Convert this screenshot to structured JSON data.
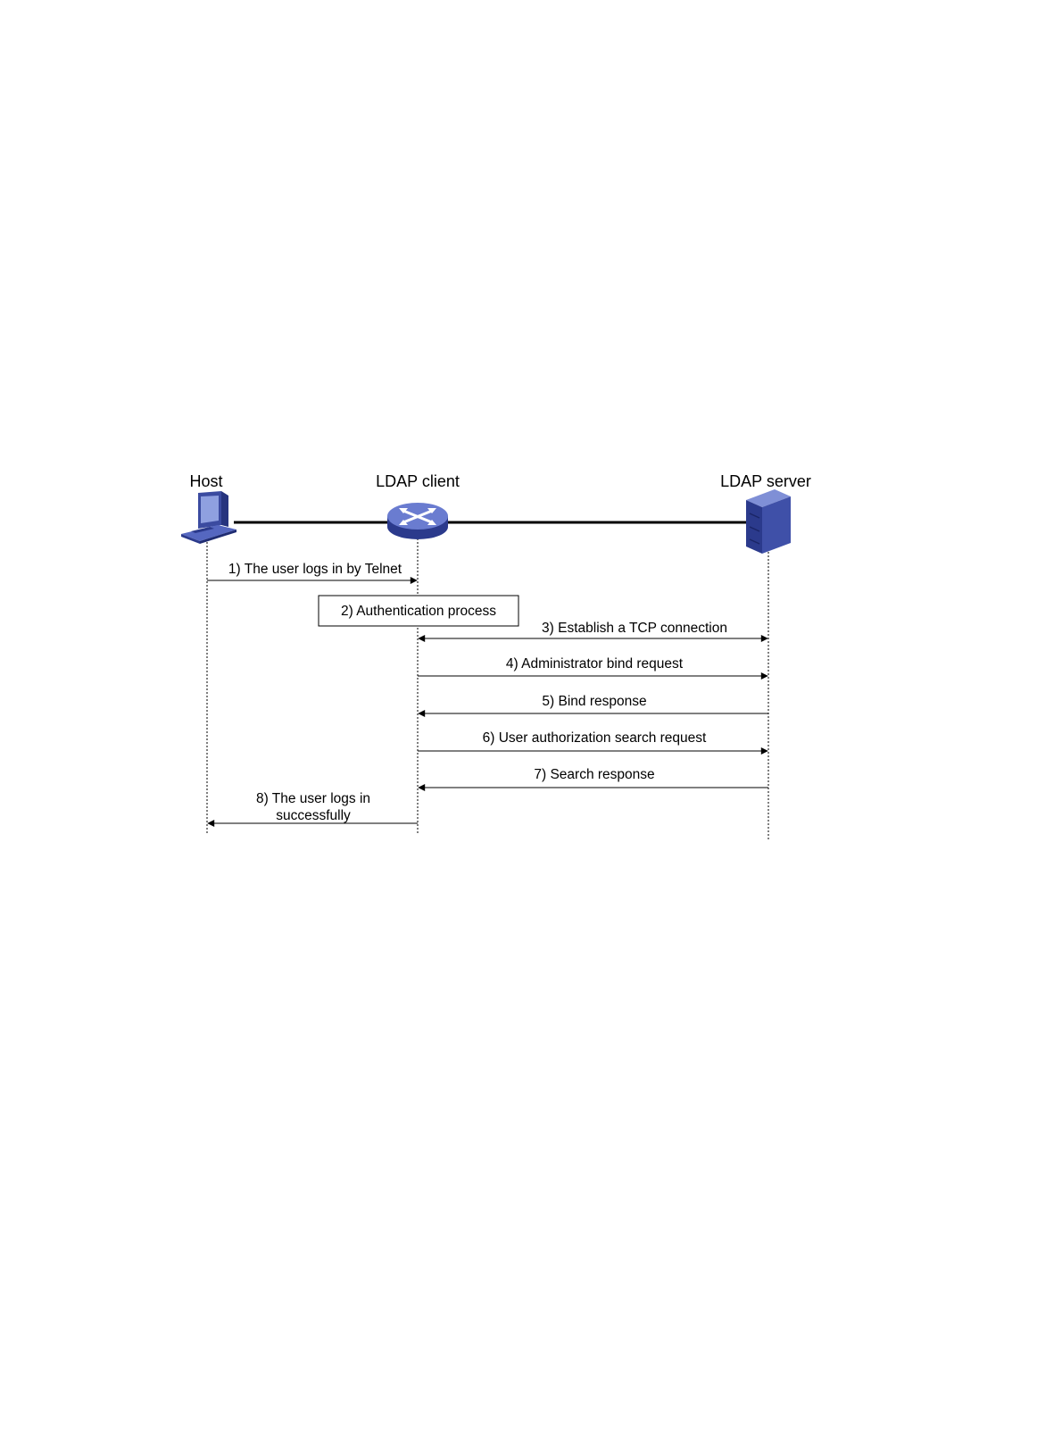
{
  "participants": {
    "host": {
      "label": "Host",
      "icon": "host-computer-icon"
    },
    "client": {
      "label": "LDAP client",
      "icon": "switch-router-icon"
    },
    "server": {
      "label": "LDAP server",
      "icon": "server-tower-icon"
    }
  },
  "messages": {
    "m1": "1) The user logs in by Telnet",
    "m2": "2) Authentication process",
    "m3": "3) Establish a TCP connection",
    "m4": "4) Administrator bind request",
    "m5": "5) Bind response",
    "m6": "6) User authorization search request",
    "m7": "7) Search response",
    "m8_line1": "8) The user logs in",
    "m8_line2": "successfully"
  },
  "colors": {
    "icon_dark": "#2b3a8c",
    "icon_mid": "#4a5fb5",
    "icon_light": "#7f8fd6",
    "line": "#000000"
  }
}
